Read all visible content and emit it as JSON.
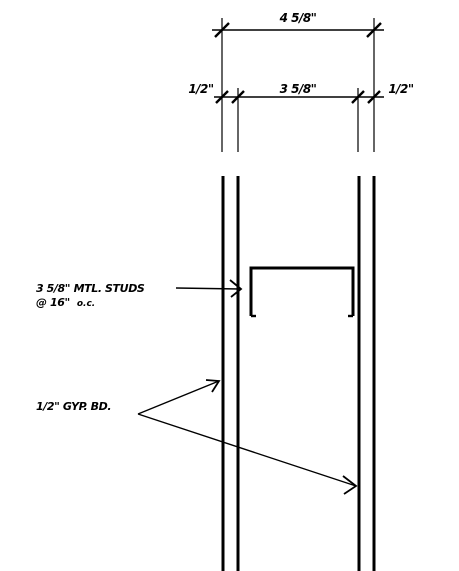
{
  "dimensions": {
    "overall": "4 5/8\"",
    "left_board": "1/2\"",
    "stud": "3 5/8\"",
    "right_board": "1/2\""
  },
  "notes": {
    "studs_line1": "3 5/8\" MTL. STUDS",
    "studs_line2_main": "@ 16\"",
    "studs_line2_small": "o.c.",
    "gypsum": "1/2\" GYP. BD."
  },
  "colors": {
    "ink": "#000000",
    "paper": "#ffffff"
  }
}
